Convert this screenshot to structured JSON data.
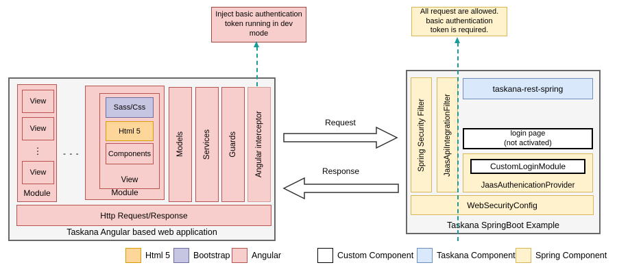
{
  "palette": {
    "angular_pink_fill": "#f8cecc",
    "angular_pink_border": "#b85450",
    "html5_orange_fill": "#ffd699",
    "html5_orange_border": "#d79b00",
    "bootstrap_purple_fill": "#c6c6e2",
    "bootstrap_purple_border": "#6c6c9e",
    "spring_yellow_fill": "#fff2cc",
    "spring_yellow_border": "#d6b656",
    "taskana_blue_fill": "#dae8fc",
    "taskana_blue_border": "#6c8ebf",
    "custom_white_fill": "#ffffff",
    "custom_white_border": "#000000",
    "teal_dashed_line": "#1b9a9a",
    "container_fill": "#f5f5f5",
    "container_border": "#686868"
  },
  "annotations": {
    "dev_note": "Inject basic authentication\ntoken running in dev\nmode",
    "security_note": "All request are allowed.\nbasic authentication\ntoken is required."
  },
  "left_app": {
    "title": "Taskana Angular based web application",
    "module1": {
      "label": "Module",
      "views": [
        "View",
        "View",
        "View"
      ],
      "vdots": "⋮"
    },
    "hdots": "- - -",
    "module2": {
      "label": "Module",
      "view": {
        "label": "View",
        "sass": "Sass/Css",
        "html": "Html 5",
        "components": "Components"
      }
    },
    "bars": [
      "Models",
      "Services",
      "Guards",
      "Angular interceptor"
    ],
    "http_bar": "Http Request/Response"
  },
  "flows": {
    "request": "Request",
    "response": "Response"
  },
  "right_app": {
    "title": "Taskana SpringBoot Example",
    "filters": [
      "Spring Security Filter",
      "JaasApiIntegrationFilter"
    ],
    "rest": "taskana-rest-spring",
    "login_page": "login page\n(not activated)",
    "provider": {
      "label": "JaasAuthenicationProvider",
      "module": "CustomLoginModule"
    },
    "web_security": "WebSecurityConfig"
  },
  "legend": {
    "items": [
      {
        "label": "Html 5",
        "fill": "#ffd699",
        "border": "#d79b00"
      },
      {
        "label": "Bootstrap",
        "fill": "#c6c6e2",
        "border": "#6c6c9e"
      },
      {
        "label": "Angular",
        "fill": "#f8cecc",
        "border": "#b85450"
      },
      {
        "label": "Custom Component",
        "fill": "#ffffff",
        "border": "#000000"
      },
      {
        "label": "Taskana Component",
        "fill": "#dae8fc",
        "border": "#6c8ebf"
      },
      {
        "label": "Spring Component",
        "fill": "#fff2cc",
        "border": "#d6b656"
      }
    ]
  }
}
